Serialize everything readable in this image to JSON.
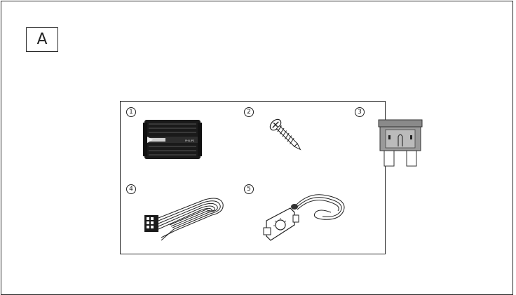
{
  "section_label": "A",
  "items": [
    {
      "number": "1",
      "icon": "amplifier-icon"
    },
    {
      "number": "2",
      "icon": "screw-icon"
    },
    {
      "number": "3",
      "icon": "fuse-icon"
    },
    {
      "number": "4",
      "icon": "power-cable-icon"
    },
    {
      "number": "5",
      "icon": "remote-bass-knob-icon"
    }
  ],
  "amplifier_brand": "PHILIPS"
}
